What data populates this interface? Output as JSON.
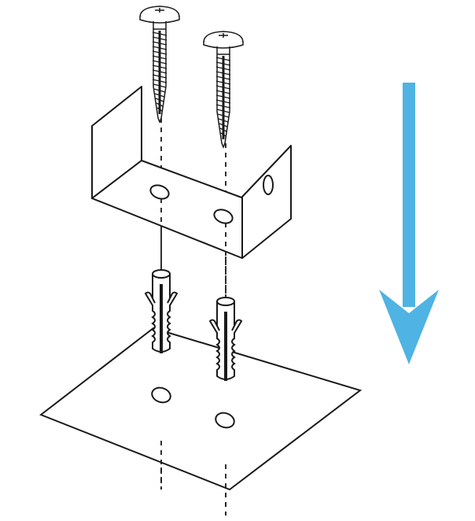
{
  "diagram": {
    "title": "",
    "colors": {
      "arrow": "#4fb3e3",
      "line": "#1a1a1a"
    },
    "parts": [
      "screw",
      "screw",
      "u-bracket",
      "wall-anchor",
      "wall-anchor",
      "mounting-surface",
      "direction-arrow"
    ]
  }
}
